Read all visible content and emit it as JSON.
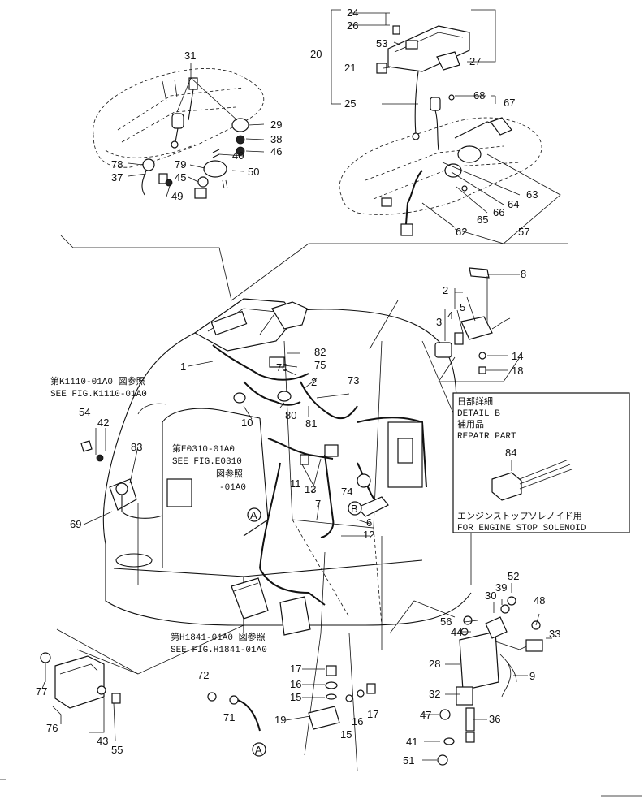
{
  "callouts_top_left": [
    "31",
    "29",
    "38",
    "46",
    "40",
    "78",
    "79",
    "37",
    "45",
    "50",
    "49"
  ],
  "callouts_top_right": [
    "24",
    "26",
    "20",
    "53",
    "21",
    "27",
    "25",
    "68",
    "67",
    "63",
    "64",
    "65",
    "66",
    "62",
    "57"
  ],
  "callouts_center": [
    "82",
    "1",
    "75",
    "70",
    "2",
    "73",
    "10",
    "80",
    "81",
    "83",
    "11",
    "13",
    "7",
    "74",
    "6",
    "12"
  ],
  "callouts_left": [
    "54",
    "42",
    "69"
  ],
  "callouts_right_upper": [
    "8",
    "2",
    "3",
    "4",
    "5",
    "14",
    "18"
  ],
  "callouts_bottom": [
    "77",
    "76",
    "43",
    "55",
    "72",
    "71",
    "17",
    "16",
    "15",
    "19",
    "16",
    "15",
    "17"
  ],
  "callouts_bottom_right": [
    "52",
    "39",
    "30",
    "48",
    "56",
    "44",
    "33",
    "28",
    "9",
    "32",
    "47",
    "36",
    "41",
    "51"
  ],
  "refs": {
    "k1110_jp": "第K1110-01A0 図参照",
    "k1110_en": "SEE FIG.K1110-01A0",
    "e0310_jp": "第E0310-01A0",
    "e0310_en": "SEE FIG.E0310",
    "e0310_jp2": "図参照",
    "e0310_suffix": "-01A0",
    "h1841_jp": "第H1841-01A0 図参照",
    "h1841_en": "SEE FIG.H1841-01A0"
  },
  "detail": {
    "line1": "日部詳細",
    "line2": "DETAIL B",
    "line3": "補用品",
    "line4": "REPAIR PART",
    "part_no": "84",
    "footer_jp": "エンジンストップソレノイド用",
    "footer_en": "FOR ENGINE STOP SOLENOID"
  },
  "markers": {
    "a": "A",
    "b": "B"
  }
}
